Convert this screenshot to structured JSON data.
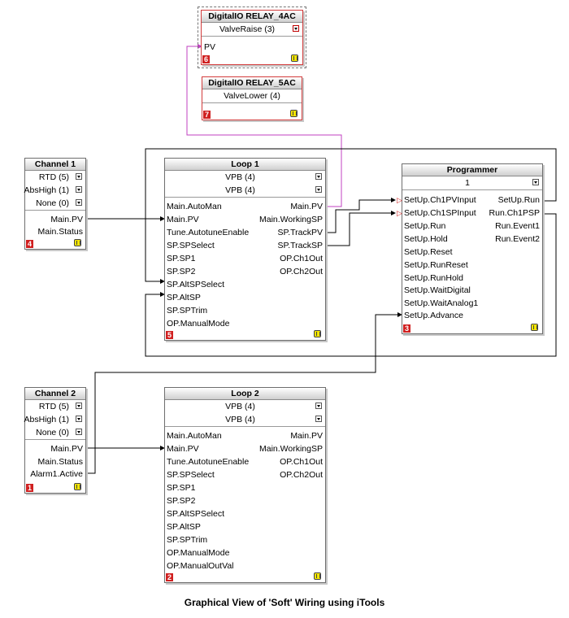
{
  "relay4": {
    "title": "DigitalIO RELAY_4AC",
    "param": "ValveRaise (3)",
    "input": "PV",
    "number": "6"
  },
  "relay5": {
    "title": "DigitalIO RELAY_5AC",
    "param": "ValveLower (4)",
    "number": "7"
  },
  "channel1": {
    "title": "Channel 1",
    "params": [
      "RTD (5)",
      "AbsHigh (1)",
      "None (0)"
    ],
    "outputs": [
      "Main.PV",
      "Main.Status"
    ],
    "number": "4"
  },
  "loop1": {
    "title": "Loop 1",
    "params": [
      "VPB (4)",
      "VPB (4)"
    ],
    "inputs": [
      "Main.AutoMan",
      "Main.PV",
      "Tune.AutotuneEnable",
      "SP.SPSelect",
      "SP.SP1",
      "SP.SP2",
      "SP.AltSPSelect",
      "SP.AltSP",
      "SP.SPTrim",
      "OP.ManualMode"
    ],
    "outputs": [
      "Main.PV",
      "Main.WorkingSP",
      "SP.TrackPV",
      "SP.TrackSP",
      "OP.Ch1Out",
      "OP.Ch2Out"
    ],
    "number": "5"
  },
  "programmer": {
    "title": "Programmer",
    "param": "1",
    "inputs": [
      "SetUp.Ch1PVInput",
      "SetUp.Ch1SPInput",
      "SetUp.Run",
      "SetUp.Hold",
      "SetUp.Reset",
      "SetUp.RunReset",
      "SetUp.RunHold",
      "SetUp.WaitDigital",
      "SetUp.WaitAnalog1",
      "SetUp.Advance"
    ],
    "outputs": [
      "SetUp.Run",
      "Run.Ch1PSP",
      "Run.Event1",
      "Run.Event2"
    ],
    "number": "3"
  },
  "channel2": {
    "title": "Channel 2",
    "params": [
      "RTD (5)",
      "AbsHigh (1)",
      "None (0)"
    ],
    "outputs": [
      "Main.PV",
      "Main.Status",
      "Alarm1.Active"
    ],
    "number": "1"
  },
  "loop2": {
    "title": "Loop 2",
    "params": [
      "VPB (4)",
      "VPB (4)"
    ],
    "inputs": [
      "Main.AutoMan",
      "Main.PV",
      "Tune.AutotuneEnable",
      "SP.SPSelect",
      "SP.SP1",
      "SP.SP2",
      "SP.AltSPSelect",
      "SP.AltSP",
      "SP.SPTrim",
      "OP.ManualMode",
      "OP.ManualOutVal"
    ],
    "outputs": [
      "Main.PV",
      "Main.WorkingSP",
      "OP.Ch1Out",
      "OP.Ch2Out"
    ],
    "number": "2"
  },
  "caption": "Graphical View of 'Soft' Wiring using iTools",
  "colors": {
    "wire": "#000000",
    "relay_wire": "#c040c0",
    "relay_border": "#d33c3c",
    "badge": "#d02020",
    "grip": "#f5e600"
  }
}
